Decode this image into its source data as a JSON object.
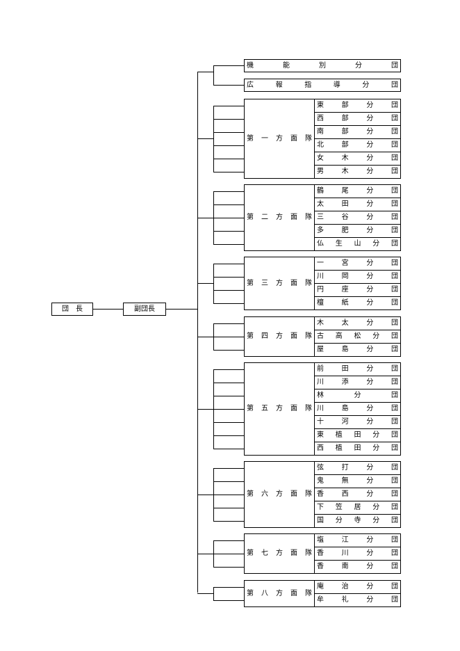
{
  "top": {
    "leader": "団　長",
    "deputy": "副団長"
  },
  "special_units": [
    "機能別分団",
    "広報指導分団"
  ],
  "area_corps": [
    {
      "name": "第一方面隊",
      "units": [
        "東部分団",
        "西部分団",
        "南部分団",
        "北部分団",
        "女木分団",
        "男木分団"
      ]
    },
    {
      "name": "第二方面隊",
      "units": [
        "鶴尾分団",
        "太田分団",
        "三谷分団",
        "多肥分団",
        "仏生山分団"
      ]
    },
    {
      "name": "第三方面隊",
      "units": [
        "一宮分団",
        "川岡分団",
        "円座分団",
        "檀紙分団"
      ]
    },
    {
      "name": "第四方面隊",
      "units": [
        "木太分団",
        "古高松分団",
        "屋島分団"
      ]
    },
    {
      "name": "第五方面隊",
      "units": [
        "前田分団",
        "川添分団",
        "林分団",
        "川島分団",
        "十河分団",
        "東植田分団",
        "西植田分団"
      ]
    },
    {
      "name": "第六方面隊",
      "units": [
        "弦打分団",
        "鬼無分団",
        "香西分団",
        "下笠居分団",
        "国分寺分団"
      ]
    },
    {
      "name": "第七方面隊",
      "units": [
        "塩江分団",
        "香川分団",
        "香南分団"
      ]
    },
    {
      "name": "第八方面隊",
      "units": [
        "庵治分団",
        "牟礼分団"
      ]
    }
  ]
}
